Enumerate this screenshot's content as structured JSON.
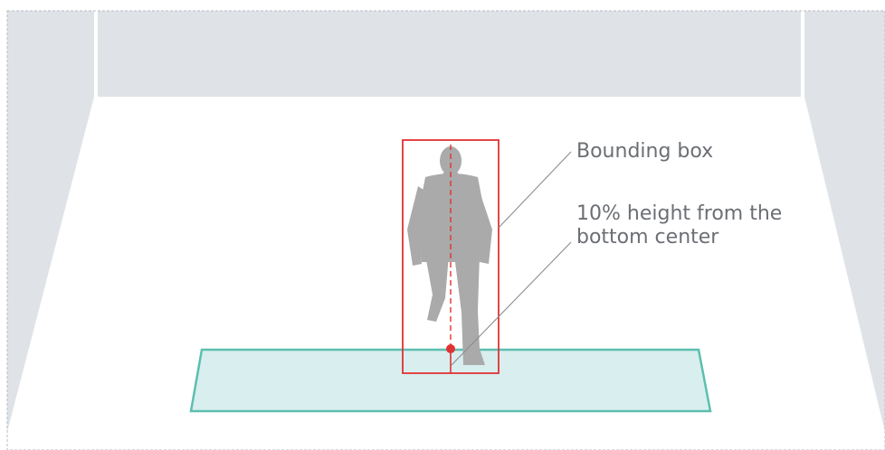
{
  "labels": {
    "bounding_box": "Bounding box",
    "height_line1": "10% height from the",
    "height_line2": "bottom center"
  },
  "colors": {
    "wall": "#dfe3e7",
    "floor_zone_fill": "#d9eeee",
    "floor_zone_stroke": "#5cbfb0",
    "bbox_stroke": "#e03232",
    "person": "#aaaaaa",
    "leader_line": "#8a8d91",
    "text": "#6b6f74"
  },
  "icons": {
    "person": "walking-person-silhouette"
  },
  "anchor_point_height_fraction": 0.1
}
